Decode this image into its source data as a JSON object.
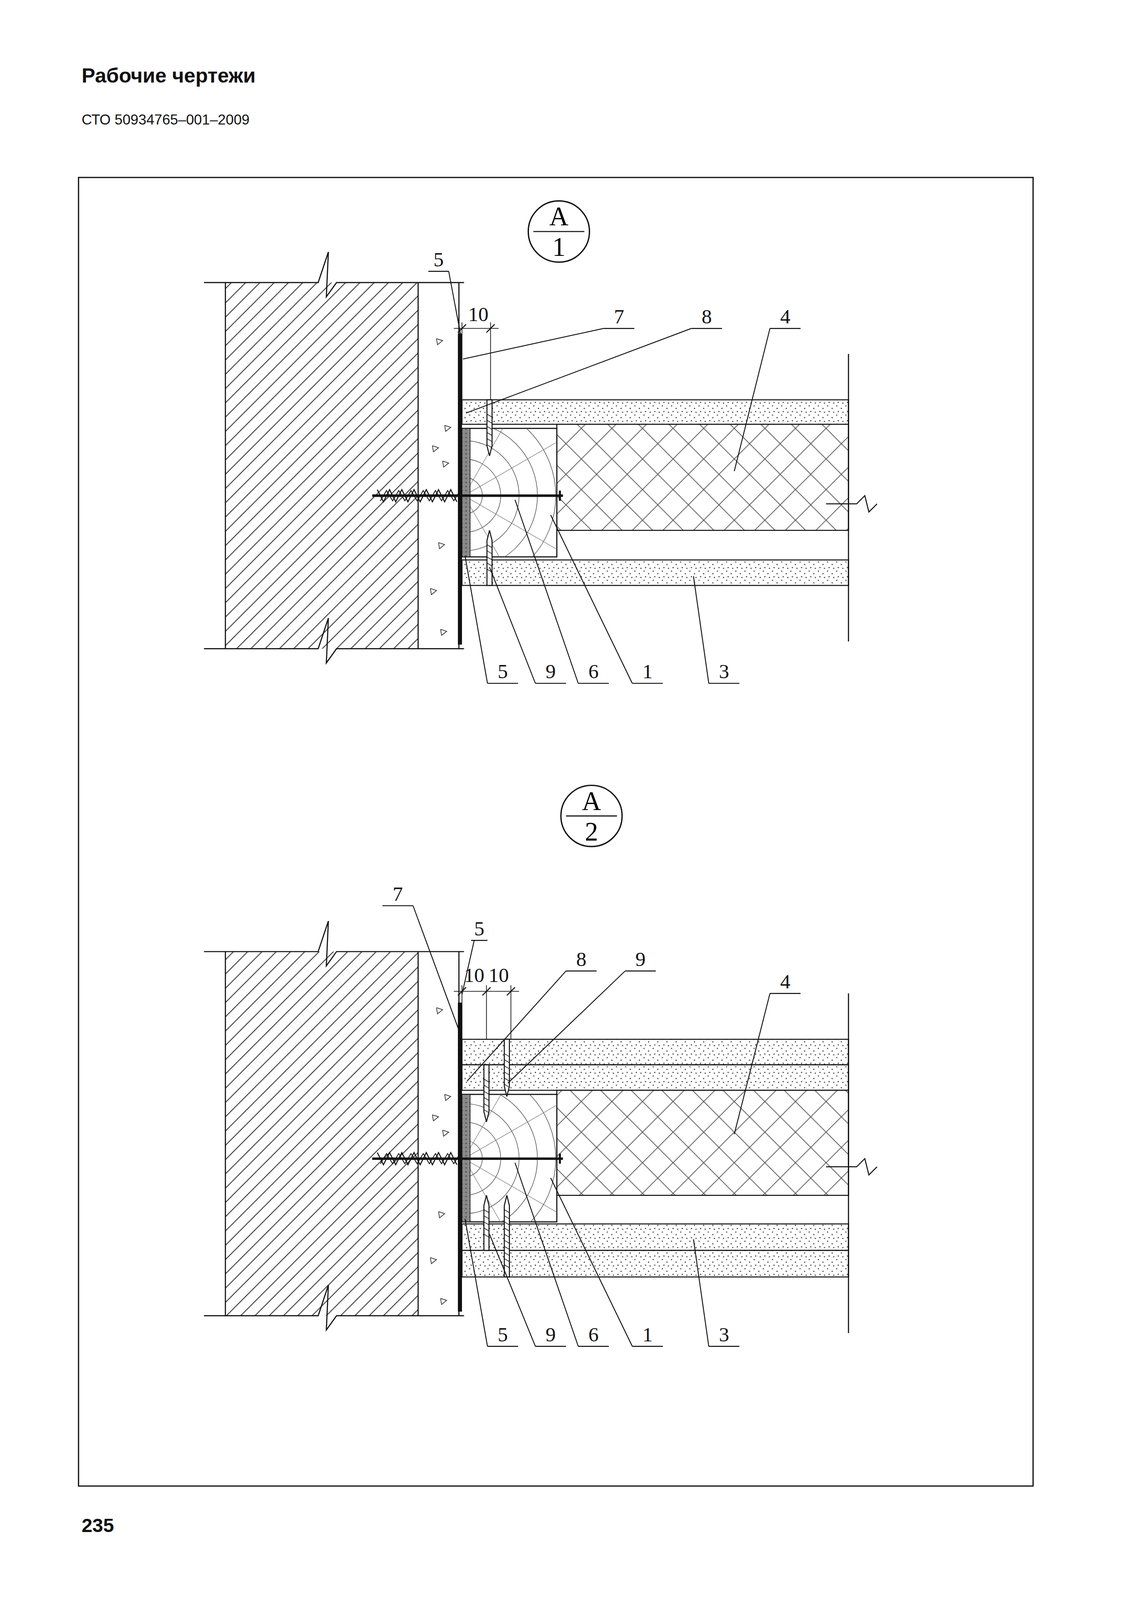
{
  "diagram": {
    "title": "Рабочие чертежи",
    "nodes": [
      {
        "text": [
          "А",
          "1"
        ]
      },
      {
        "text": [
          "А",
          "2"
        ]
      }
    ],
    "labels": [
      "СТО 50934765–001–2009",
      "5",
      "10",
      "7",
      "8",
      "4",
      "5",
      "9",
      "6",
      "1",
      "3",
      "7",
      "5",
      "10",
      "10",
      "8",
      "9",
      "4",
      "5",
      "9",
      "6",
      "1",
      "3",
      "235"
    ]
  }
}
